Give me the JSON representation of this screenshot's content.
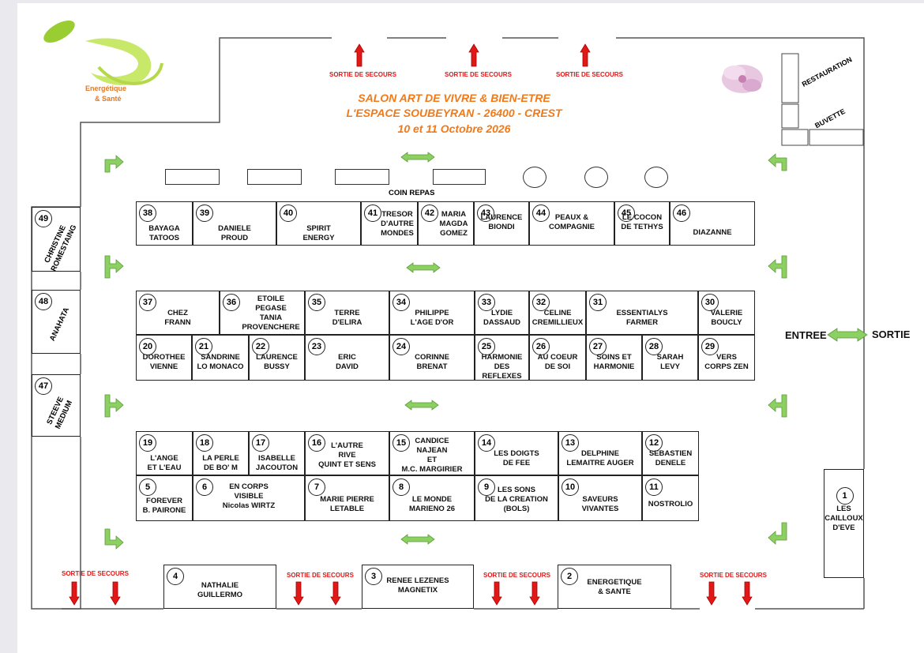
{
  "logo": {
    "line1": "Energétique",
    "line2": "& Santé"
  },
  "title": {
    "line1": "SALON ART DE VIVRE & BIEN-ETRE",
    "line2": "L'ESPACE SOUBEYRAN - 26400 - CREST",
    "line3": "10 et 11 Octobre 2026"
  },
  "exit_label": "SORTIE DE  SECOURS",
  "coin_repas": "COIN REPAS",
  "restauration": "RESTAURATION",
  "buvette": "BUVETTE",
  "entree": "ENTREE",
  "sortie": "SORTIE",
  "colors": {
    "title": "#f07a1a",
    "exit": "#e01818",
    "arrow_green": "#7ec850"
  },
  "booths": [
    {
      "n": "1",
      "name": "LES\nCAILLOUX\nD'EVE"
    },
    {
      "n": "2",
      "name": "ENERGETIQUE\n& SANTE"
    },
    {
      "n": "3",
      "name": "RENEE LEZENES\nMAGNETIX"
    },
    {
      "n": "4",
      "name": "NATHALIE\nGUILLERMO"
    },
    {
      "n": "5",
      "name": "FOREVER\nB. PAIRONE"
    },
    {
      "n": "6",
      "name": "EN CORPS\nVISIBLE\nNicolas WIRTZ"
    },
    {
      "n": "7",
      "name": "MARIE PIERRE\nLETABLE"
    },
    {
      "n": "8",
      "name": "LE MONDE\nMARIENO 26"
    },
    {
      "n": "9",
      "name": "LES SONS\nDE LA CREATION\n(BOLS)"
    },
    {
      "n": "10",
      "name": "SAVEURS\nVIVANTES"
    },
    {
      "n": "11",
      "name": "NOSTROLIO"
    },
    {
      "n": "12",
      "name": "SEBASTIEN\nDENELE"
    },
    {
      "n": "13",
      "name": "DELPHINE\nLEMAITRE AUGER"
    },
    {
      "n": "14",
      "name": "LES DOIGTS\nDE FEE"
    },
    {
      "n": "15",
      "name": "CANDICE\nNAJEAN\nET\nM.C. MARGIRIER"
    },
    {
      "n": "16",
      "name": "L'AUTRE\nRIVE\nQUINT ET SENS"
    },
    {
      "n": "17",
      "name": "ISABELLE\nJACOUTON"
    },
    {
      "n": "18",
      "name": "LA PERLE\nDE BO' M"
    },
    {
      "n": "19",
      "name": "L'ANGE\nET L'EAU"
    },
    {
      "n": "20",
      "name": "DOROTHEE\nVIENNE"
    },
    {
      "n": "21",
      "name": "SANDRINE\nLO MONACO"
    },
    {
      "n": "22",
      "name": "LAURENCE\nBUSSY"
    },
    {
      "n": "23",
      "name": "ERIC\nDAVID"
    },
    {
      "n": "24",
      "name": "CORINNE\nBRENAT"
    },
    {
      "n": "25",
      "name": "HARMONIE\nDES  REFLEXES"
    },
    {
      "n": "26",
      "name": "AU COEUR\nDE SOI"
    },
    {
      "n": "27",
      "name": "SOINS ET\nHARMONIE"
    },
    {
      "n": "28",
      "name": "SARAH\nLEVY"
    },
    {
      "n": "29",
      "name": "VERS\nCORPS ZEN"
    },
    {
      "n": "30",
      "name": "VALERIE\nBOUCLY"
    },
    {
      "n": "31",
      "name": "ESSENTIALYS\nFARMER"
    },
    {
      "n": "32",
      "name": "CELINE\nCREMILLIEUX"
    },
    {
      "n": "33",
      "name": "LYDIE\nDASSAUD"
    },
    {
      "n": "34",
      "name": "PHILIPPE\nL'AGE D'OR"
    },
    {
      "n": "35",
      "name": "TERRE\nD'ELIRA"
    },
    {
      "n": "36",
      "name": "ETOILE\nPEGASE\nTANIA\nPROVENCHERE"
    },
    {
      "n": "37",
      "name": "CHEZ\nFRANN"
    },
    {
      "n": "38",
      "name": "BAYAGA\nTATOOS"
    },
    {
      "n": "39",
      "name": "DANIELE\nPROUD"
    },
    {
      "n": "40",
      "name": "SPIRIT\nENERGY"
    },
    {
      "n": "41",
      "name": "TRESOR\nD'AUTRE\nMONDES"
    },
    {
      "n": "42",
      "name": "MARIA\nMAGDA\nGOMEZ"
    },
    {
      "n": "43",
      "name": "LAURENCE\nBIONDI"
    },
    {
      "n": "44",
      "name": "PEAUX &\nCOMPAGNIE"
    },
    {
      "n": "45",
      "name": "LE COCON\nDE TETHYS"
    },
    {
      "n": "46",
      "name": "DIAZANNE"
    },
    {
      "n": "47",
      "name": "STEEVE\nMEDIUM"
    },
    {
      "n": "48",
      "name": "ANAHATA"
    },
    {
      "n": "49",
      "name": "CHRISTINE\nROMESTAING"
    }
  ]
}
